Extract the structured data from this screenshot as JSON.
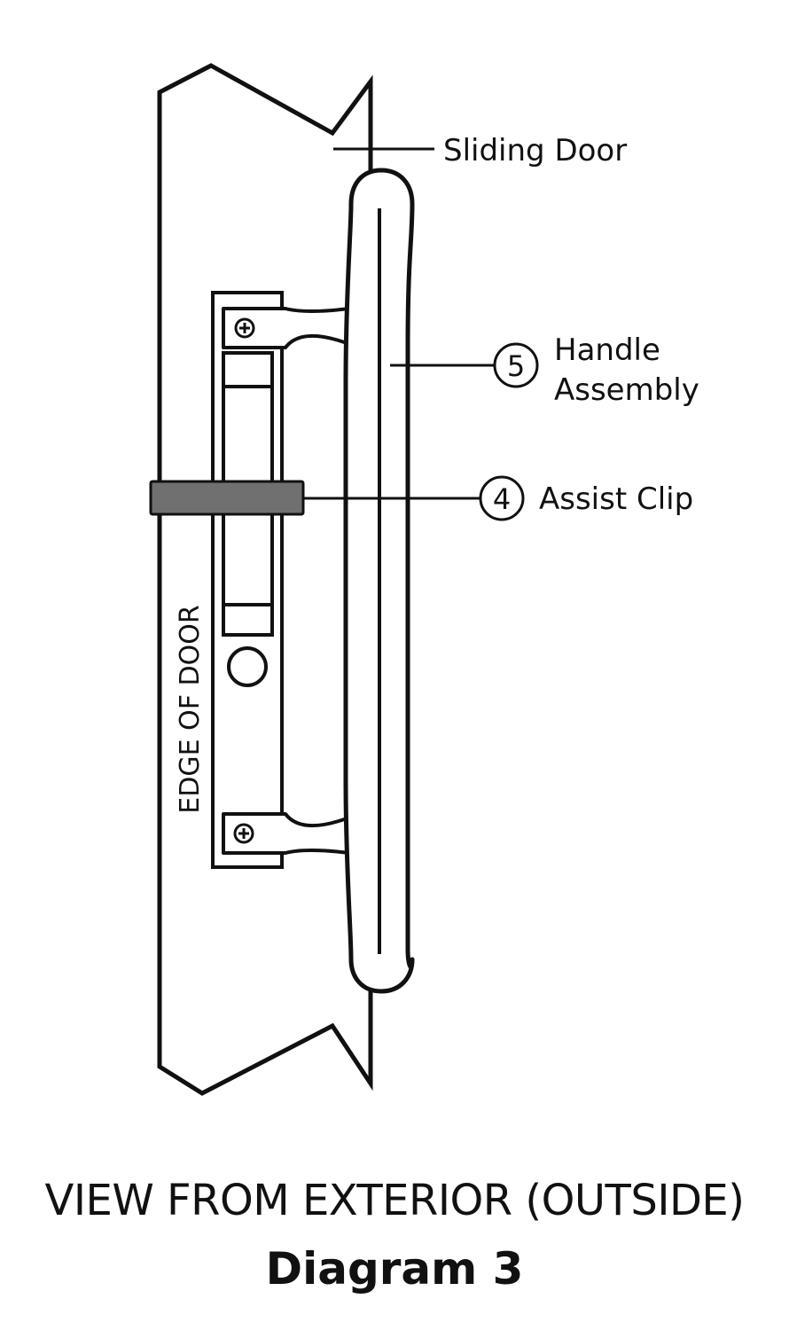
{
  "labels": {
    "sliding_door": "Sliding Door",
    "handle_number": "5",
    "handle_line1": "Handle",
    "handle_line2": "Assembly",
    "clip_number": "4",
    "clip_label": "Assist Clip",
    "edge_of_door": "EDGE OF DOOR"
  },
  "caption": {
    "view": "VIEW FROM EXTERIOR (OUTSIDE)",
    "title": "Diagram 3"
  },
  "colors": {
    "stroke": "#111111",
    "assist_clip": "#707070",
    "background": "#ffffff"
  }
}
